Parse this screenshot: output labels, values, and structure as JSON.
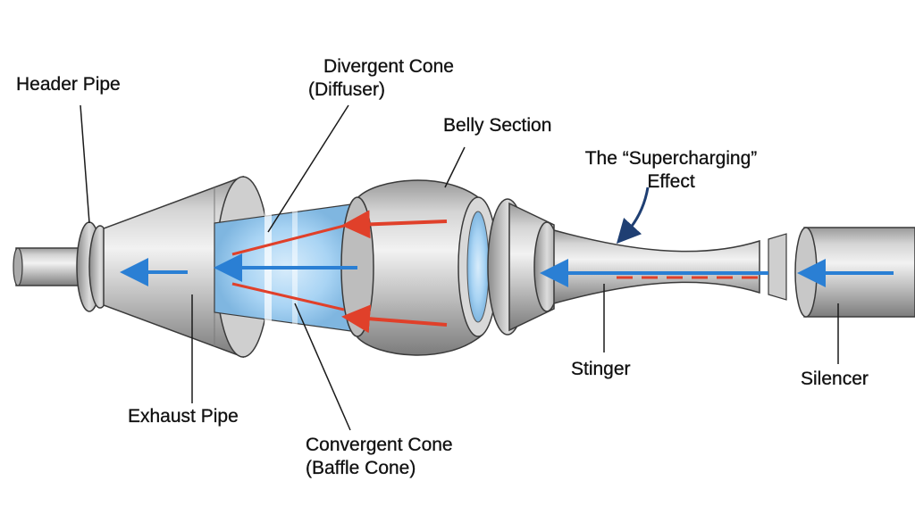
{
  "labels": {
    "header_pipe": "Header Pipe",
    "divergent_cone_line1": "Divergent Cone",
    "divergent_cone_line2": "(Diffuser)",
    "belly_section": "Belly Section",
    "supercharging_line1": "The “Supercharging”",
    "supercharging_line2": "Effect",
    "exhaust_pipe": "Exhaust Pipe",
    "convergent_cone_line1": "Convergent Cone",
    "convergent_cone_line2": "(Baffle Cone)",
    "stinger": "Stinger",
    "silencer": "Silencer"
  },
  "colors": {
    "metal_light": "#e6e6e6",
    "metal_mid": "#b8b8b8",
    "metal_dark": "#6e6e6e",
    "outline": "#3a3a3a",
    "flow_blue": "#2a7fd4",
    "flow_red": "#e0402a",
    "glow_blue": "#9fd0f5"
  }
}
